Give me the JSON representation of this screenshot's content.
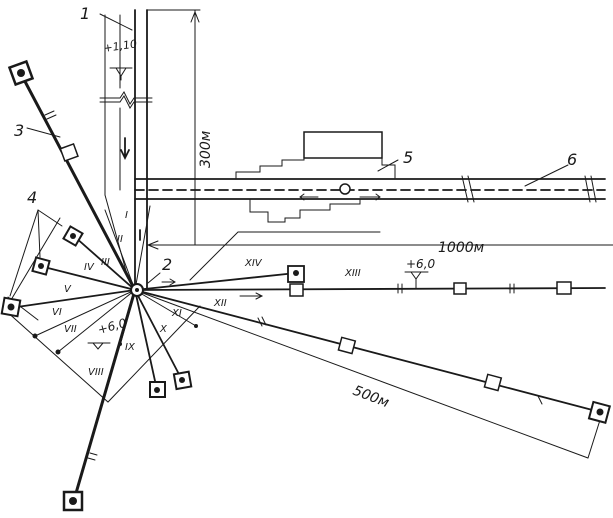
{
  "labels": {
    "callout_1": "1",
    "callout_2": "2",
    "callout_3": "3",
    "callout_4": "4",
    "callout_5": "5",
    "callout_6": "6"
  },
  "dimensions": {
    "vertical": "300м",
    "horizontal": "1000м",
    "diagonal": "500м"
  },
  "elevations": {
    "top": "+1,10",
    "right": "+6,0",
    "center": "+6,0"
  },
  "lines": {
    "l1": "I",
    "l2": "II",
    "l3": "III",
    "l4": "IV",
    "l5": "V",
    "l6": "VI",
    "l7": "VII",
    "l8": "VIII",
    "l9": "IX",
    "l10": "X",
    "l11": "XI",
    "l12": "XII",
    "l13": "XIII",
    "l14": "XIV"
  },
  "colors": {
    "ink": "#1a1a1a",
    "paper": "#ffffff"
  }
}
